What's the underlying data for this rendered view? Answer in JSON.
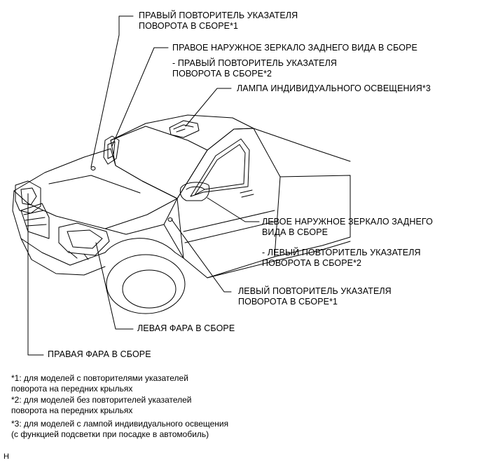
{
  "callouts": {
    "right_side_repeater": "ПРАВЫЙ ПОВТОРИТЕЛЬ УКАЗАТЕЛЯ\nПОВОРОТА В СБОРЕ*1",
    "right_mirror": "ПРАВОЕ НАРУЖНОЕ ЗЕРКАЛО ЗАДНЕГО ВИДА В СБОРЕ",
    "right_mirror_repeater": "- ПРАВЫЙ ПОВТОРИТЕЛЬ УКАЗАТЕЛЯ\nПОВОРОТА В СБОРЕ*2",
    "personal_lamp": "ЛАМПА ИНДИВИДУАЛЬНОГО ОСВЕЩЕНИЯ*3",
    "left_mirror": "ЛЕВОЕ НАРУЖНОЕ ЗЕРКАЛО ЗАДНЕГО\nВИДА В СБОРЕ",
    "left_mirror_repeater": "- ЛЕВЫЙ ПОВТОРИТЕЛЬ УКАЗАТЕЛЯ\nПОВОРОТА В СБОРЕ*2",
    "left_side_repeater": "ЛЕВЫЙ ПОВТОРИТЕЛЬ УКАЗАТЕЛЯ\nПОВОРОТА В СБОРЕ*1",
    "left_headlamp": "ЛЕВАЯ ФАРА В СБОРЕ",
    "right_headlamp": "ПРАВАЯ ФАРА В СБОРЕ"
  },
  "footnotes": {
    "note1": "*1: для моделей с повторителями указателей\nповорота на передних крыльях",
    "note2": "*2: для моделей без повторителей указателей\nповорота на передних крыльях",
    "note3": "*3: для моделей с лампой индивидуального освещения\n(с функцией подсветки при посадке в автомобиль)"
  },
  "figure_id": "H"
}
